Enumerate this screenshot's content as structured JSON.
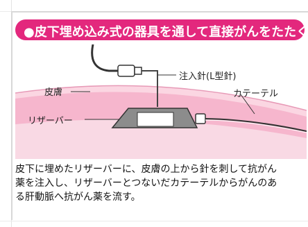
{
  "banner": {
    "title": "●皮下埋め込み式の器具を通して直接がんをたたく"
  },
  "figure": {
    "labels": {
      "needle": "注入針(L型針)",
      "skin": "皮膚",
      "catheter": "カテーテル",
      "reservoir": "リザーバー"
    }
  },
  "description": {
    "lines": [
      "皮下に埋めたリザーバーに、皮膚の上から針を刺して抗がん",
      "薬を注入し、リザーバーとつないだカテーテルからがんのあ",
      "る肝動脈へ抗がん薬を流す。"
    ]
  },
  "colors": {
    "accent": "#e3287d",
    "skin_pink": "#f6b6cd",
    "tissue_gray": "#999999"
  }
}
